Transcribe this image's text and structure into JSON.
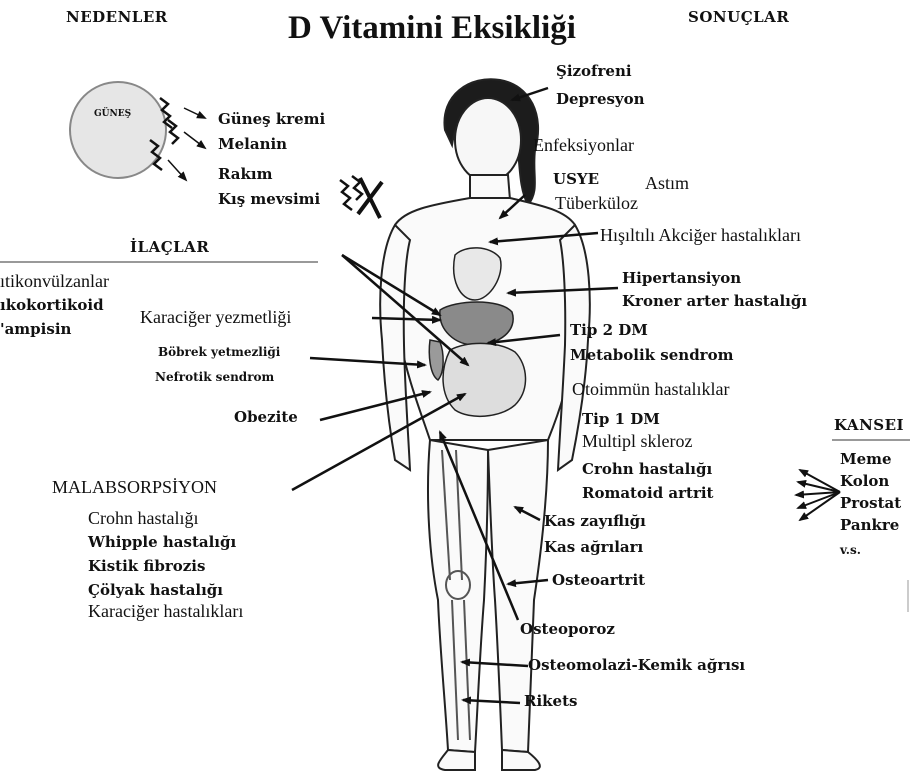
{
  "title": "D Vitamini Eksikliği",
  "headers": {
    "causes": "NEDENLER",
    "results": "SONUÇLAR",
    "drugs": "İLAÇLAR",
    "cancer": "KANSEI"
  },
  "sun": {
    "label": "GÜNEŞ"
  },
  "causes_list": [
    "Güneş kremi",
    "Melanin",
    "Rakım",
    "Kış mevsimi"
  ],
  "drugs_list": [
    "ıtikonvülzanlar",
    "ıkokortikoid",
    "'ampisin"
  ],
  "results_left": {
    "liver_failure": "Karaciğer yezmetliği",
    "kidney_1": "Böbrek yetmezliği",
    "kidney_2": "Nefrotik sendrom",
    "obesity": "Obezite",
    "malabsorption": "MALABSORPSİYON"
  },
  "malabsorption_list": [
    "Crohn hastalığı",
    "Whipple hastalığı",
    "Kistik fibrozis",
    "Çölyak hastalığı",
    "Karaciğer hastalıkları"
  ],
  "results_right": {
    "schizo": "Şizofreni",
    "depression": "Depresyon",
    "infections": "Enfeksiyonlar",
    "usye": "USYE",
    "asthma": "Astım",
    "tb": "Tüberküloz",
    "wheeze": "Hışıltılı Akciğer hastalıkları",
    "htn": "Hipertansiyon",
    "cad": "Kroner arter hastalığı",
    "dm2": "Tip 2 DM",
    "metsyn": "Metabolik sendrom",
    "autoimmune": "Otoimmün hastalıklar",
    "dm1": "Tip 1 DM",
    "ms": "Multipl skleroz",
    "crohn": "Crohn hastalığı",
    "ra": "Romatoid artrit",
    "muscle_weak": "Kas zayıflığı",
    "muscle_pain": "Kas ağrıları",
    "oa": "Osteoartrit",
    "osteoporosis": "Osteoporoz",
    "osteomalacia": "Osteomolazi-Kemik ağrısı",
    "rickets": "Rikets"
  },
  "cancer_list": [
    "Meme",
    "Kolon",
    "Prostat",
    "Pankre",
    "v.s."
  ]
}
